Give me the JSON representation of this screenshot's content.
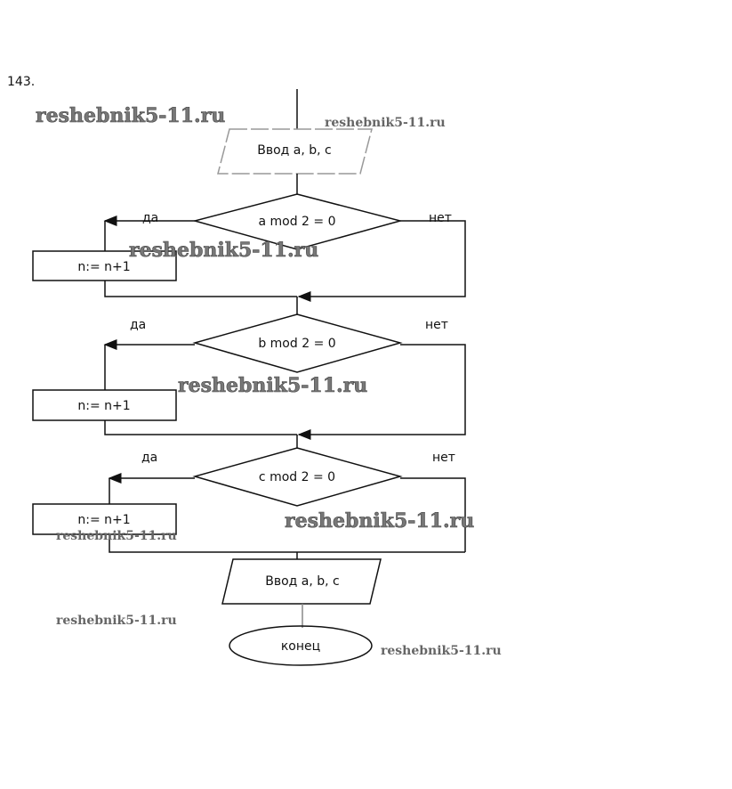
{
  "problem_number": "143.",
  "blocks": {
    "input": "Ввод a, b, c",
    "cond1": "a mod 2 = 0",
    "cond2": "b mod 2 = 0",
    "cond3": "c mod 2 = 0",
    "action1": "n:= n+1",
    "action2": "n:= n+1",
    "action3": "n:= n+1",
    "output": "Ввод a, b, c",
    "end": "конец"
  },
  "labels": {
    "yes": "да",
    "no": "нет"
  },
  "watermark": "reshebnik5-11.ru"
}
